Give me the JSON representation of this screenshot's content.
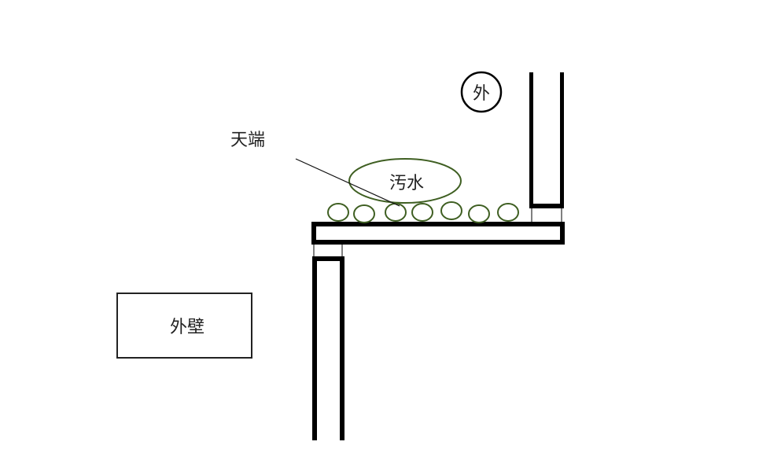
{
  "labels": {
    "outside_symbol": "外",
    "top_end": "天端",
    "dirty_water": "汚水",
    "outer_wall": "外壁"
  },
  "colors": {
    "line": "#000000",
    "water": "#3f5f22",
    "leader": "#111111"
  },
  "droplet_count": 7
}
